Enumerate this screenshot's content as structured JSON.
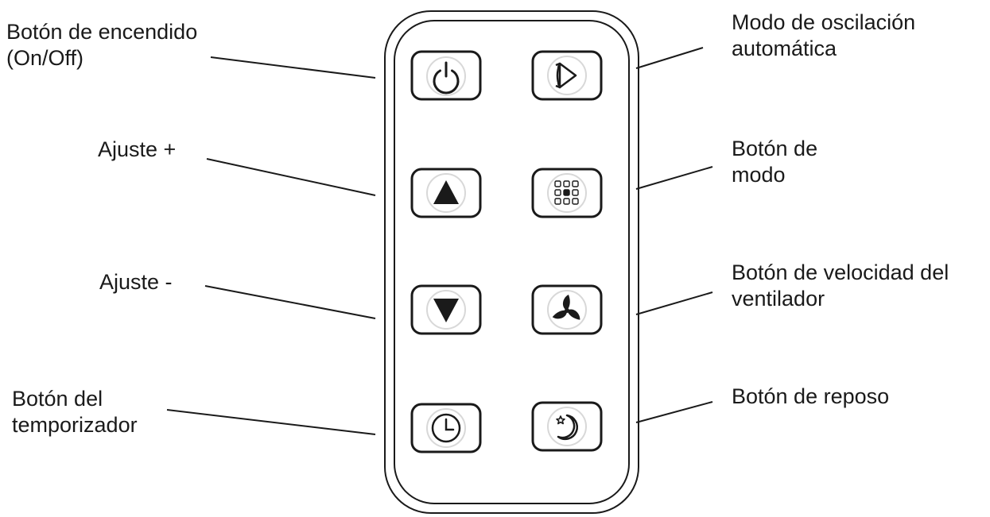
{
  "labels": {
    "power": [
      "Botón de encendido",
      "(On/Off)"
    ],
    "oscillation": [
      "Modo de oscilación",
      "automática"
    ],
    "plus": [
      "Ajuste +"
    ],
    "mode": [
      "Botón de",
      "modo"
    ],
    "minus": [
      "Ajuste -"
    ],
    "fan_speed": [
      "Botón de velocidad del",
      "ventilador"
    ],
    "timer": [
      "Botón del",
      "temporizador"
    ],
    "sleep": [
      "Botón de reposo"
    ]
  },
  "icons": {
    "power": "power-icon",
    "oscillation": "oscillation-icon",
    "plus": "triangle-up-icon",
    "mode": "mode-grid-icon",
    "minus": "triangle-down-icon",
    "fan_speed": "fan-icon",
    "timer": "clock-icon",
    "sleep": "moon-star-icon"
  },
  "colors": {
    "stroke": "#1a1a1a",
    "halo": "#d8d8d8",
    "background": "#ffffff"
  }
}
